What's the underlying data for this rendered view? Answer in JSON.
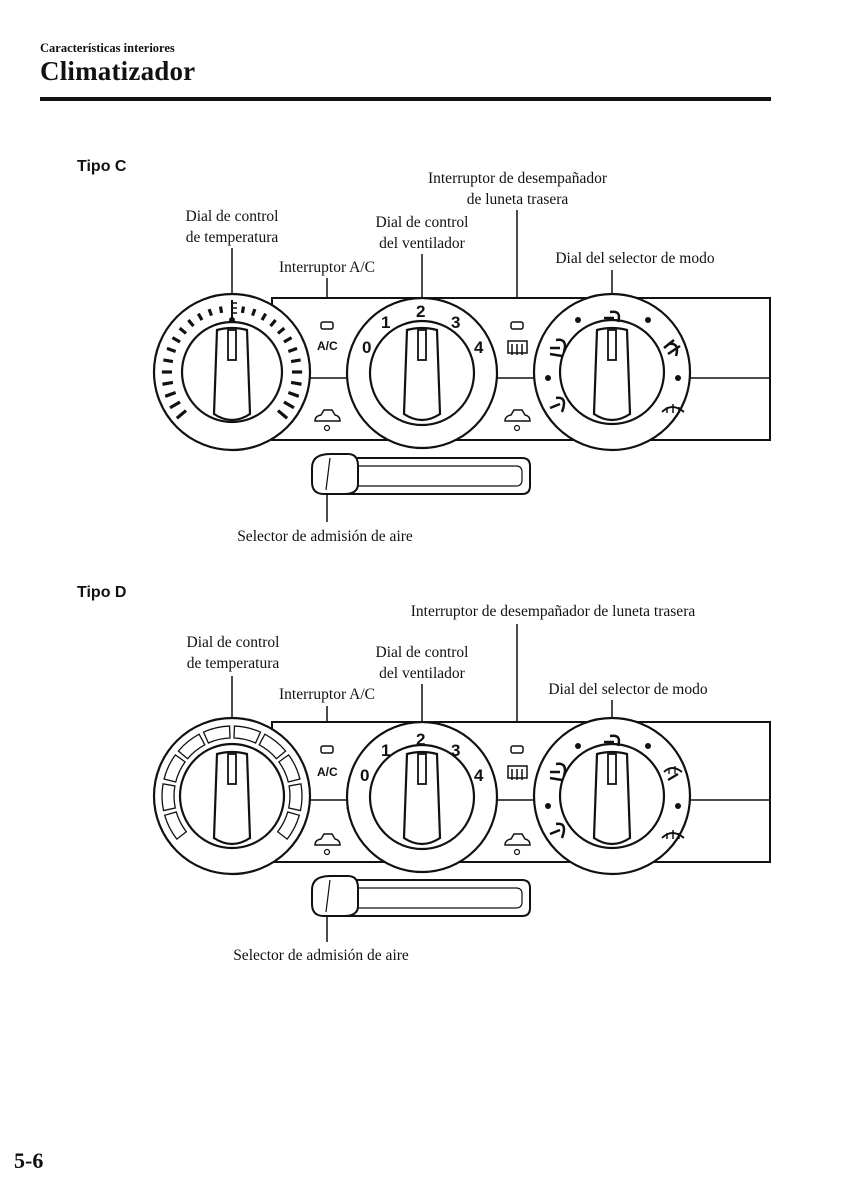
{
  "header": {
    "section": "Características interiores",
    "title": "Climatizador"
  },
  "type_c": {
    "label": "Tipo C",
    "callouts": {
      "temp_dial": [
        "Dial de control",
        "de temperatura"
      ],
      "ac_switch": "Interruptor A/C",
      "fan_dial": [
        "Dial de control",
        "del ventilador"
      ],
      "rear_defog": [
        "Interruptor de desempañador",
        "de luneta trasera"
      ],
      "mode_dial": "Dial del selector de modo",
      "intake": "Selector de admisión de aire"
    }
  },
  "type_d": {
    "label": "Tipo D",
    "callouts": {
      "temp_dial": [
        "Dial de control",
        "de temperatura"
      ],
      "ac_switch": "Interruptor A/C",
      "fan_dial": [
        "Dial de control",
        "del ventilador"
      ],
      "rear_defog": "Interruptor de desempañador de luneta trasera",
      "mode_dial": "Dial del selector de modo",
      "intake": "Selector de admisión de aire"
    }
  },
  "panel": {
    "ac_text": "A/C",
    "fan_speeds": [
      "0",
      "1",
      "2",
      "3",
      "4"
    ]
  },
  "footer": {
    "page_number": "5-6"
  }
}
